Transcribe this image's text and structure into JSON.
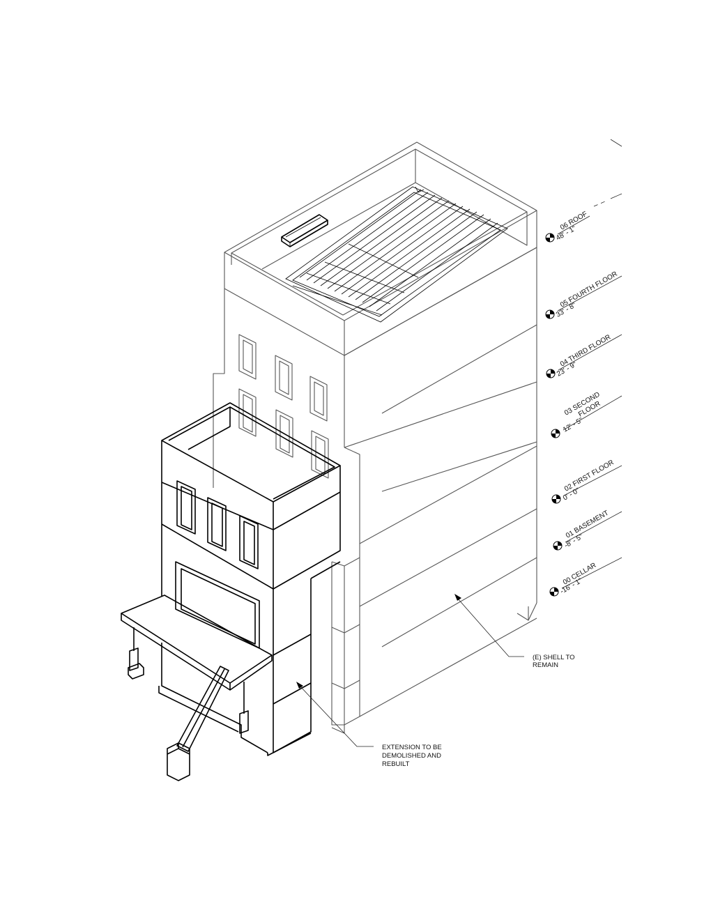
{
  "levels": [
    {
      "name": "06 ROOF",
      "elevation": "48' - 1\""
    },
    {
      "name": "05 FOURTH FLOOR",
      "elevation": "33' - 8\""
    },
    {
      "name": "04 THIRD FLOOR",
      "elevation": "23' - 9\""
    },
    {
      "name": "03 SECOND",
      "name2": "FLOOR",
      "elevation": "12' - 5\""
    },
    {
      "name": "02 FIRST FLOOR",
      "elevation": "0' - 0\""
    },
    {
      "name": "01 BASEMENT",
      "elevation": "-8' - 5\""
    },
    {
      "name": "00 CELLAR",
      "elevation": "-16' - 1\""
    }
  ],
  "notes": {
    "shell": [
      "(E) SHELL TO",
      "REMAIN"
    ],
    "extension": [
      "EXTENSION TO BE",
      "DEMOLISHED AND",
      "REBUILT"
    ]
  }
}
